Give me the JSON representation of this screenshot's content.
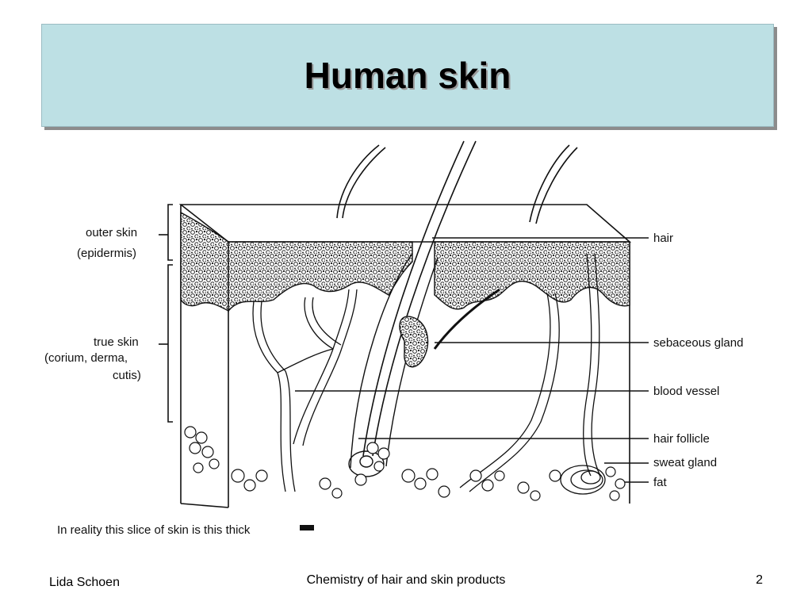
{
  "slide": {
    "title": "Human skin",
    "footer_author": "Lida Schoen",
    "footer_course": "Chemistry of hair and skin products",
    "page_number": "2"
  },
  "diagram": {
    "left_labels": {
      "outer_skin": "outer skin",
      "epidermis": "(epidermis)",
      "true_skin": "true skin",
      "corium": "(corium, derma,",
      "cutis": "cutis)"
    },
    "right_labels": {
      "hair": "hair",
      "sebaceous_gland": "sebaceous gland",
      "blood_vessel": "blood vessel",
      "hair_follicle": "hair follicle",
      "sweat_gland": "sweat gland",
      "fat": "fat"
    },
    "caption": "In reality this slice of skin is this thick"
  }
}
